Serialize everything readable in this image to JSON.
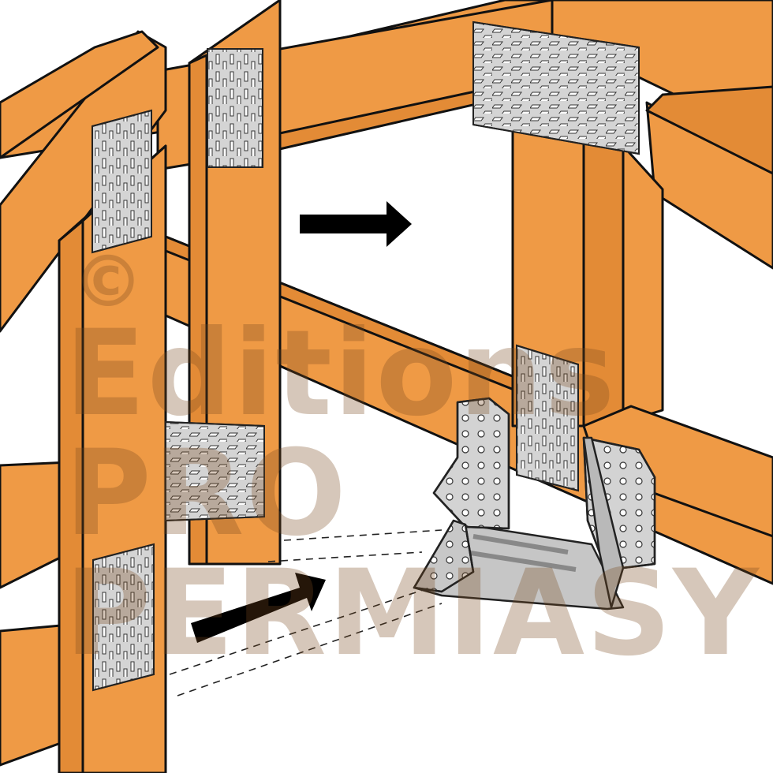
{
  "watermark": {
    "copyright_symbol": "©",
    "lines": [
      "Editions",
      "PRO",
      "PERMIASY"
    ]
  },
  "colors": {
    "timber": "#ef9a45",
    "timber_outline": "#111111",
    "plate_fill": "#d4d4d4",
    "bracket_fill": "#d0d0d0",
    "arrow": "#000000",
    "watermark": "#7a4a1e"
  },
  "illustration": {
    "subject": "timber truss joints with nail plates and angle bracket",
    "nail_plates": 6,
    "angle_brackets": 1,
    "arrows": 2
  }
}
